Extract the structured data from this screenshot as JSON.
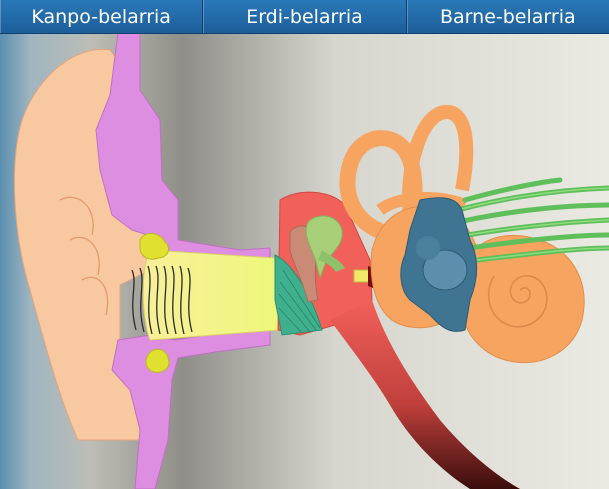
{
  "sections": [
    {
      "label": "Kanpo-belarria"
    },
    {
      "label": "Erdi-belarria"
    },
    {
      "label": "Barne-belarria"
    }
  ],
  "colors": {
    "header": "#2166a8",
    "skin": "#f8c8a0",
    "cartilage": "#de8ee0",
    "canal": "#f7f48a",
    "middle_ear": "#f2605a",
    "inner_ear": "#f6a460",
    "nerve": "#5fbf5a",
    "vestibule": "#3f7592",
    "eardrum": "#3fb08e"
  }
}
